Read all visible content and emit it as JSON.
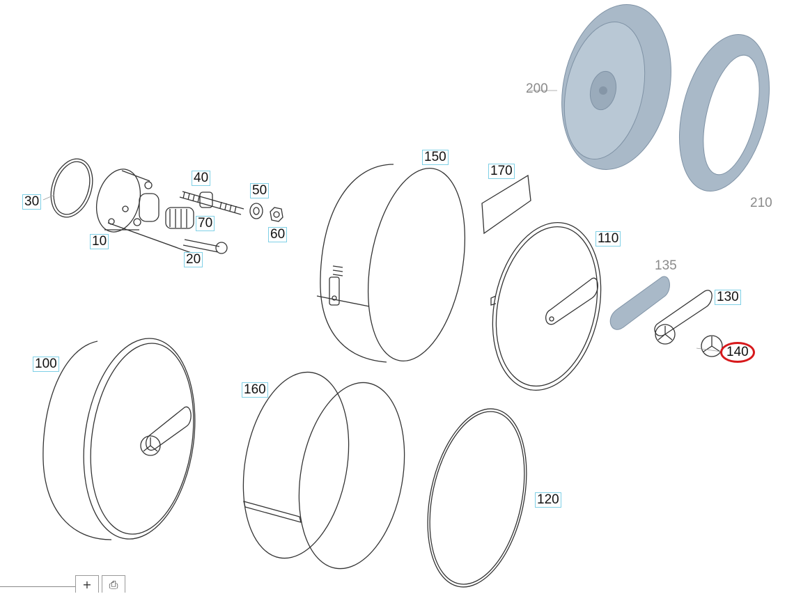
{
  "callouts": [
    {
      "id": "10",
      "label": "10",
      "style": "boxed"
    },
    {
      "id": "20",
      "label": "20",
      "style": "boxed"
    },
    {
      "id": "30",
      "label": "30",
      "style": "boxed"
    },
    {
      "id": "40",
      "label": "40",
      "style": "boxed"
    },
    {
      "id": "50",
      "label": "50",
      "style": "boxed"
    },
    {
      "id": "60",
      "label": "60",
      "style": "boxed"
    },
    {
      "id": "70",
      "label": "70",
      "style": "boxed"
    },
    {
      "id": "100",
      "label": "100",
      "style": "boxed"
    },
    {
      "id": "110",
      "label": "110",
      "style": "boxed"
    },
    {
      "id": "120",
      "label": "120",
      "style": "boxed"
    },
    {
      "id": "130",
      "label": "130",
      "style": "boxed"
    },
    {
      "id": "135",
      "label": "135",
      "style": "plain"
    },
    {
      "id": "140",
      "label": "140",
      "style": "active"
    },
    {
      "id": "150",
      "label": "150",
      "style": "boxed"
    },
    {
      "id": "160",
      "label": "160",
      "style": "boxed"
    },
    {
      "id": "170",
      "label": "170",
      "style": "boxed"
    },
    {
      "id": "200",
      "label": "200",
      "style": "plain"
    },
    {
      "id": "210",
      "label": "210",
      "style": "plain"
    }
  ],
  "colors": {
    "line": "#333333",
    "callout_border": "#7fd0e6",
    "highlight": "#d7191c",
    "shaded_part": "#a9b9c8",
    "shaded_part_dark": "#7f92a5"
  },
  "toolbar": {
    "zoom_in_icon": "plus-icon",
    "zoom_in_glyph": "+",
    "print_icon": "printer-icon",
    "print_glyph": "⎙"
  }
}
